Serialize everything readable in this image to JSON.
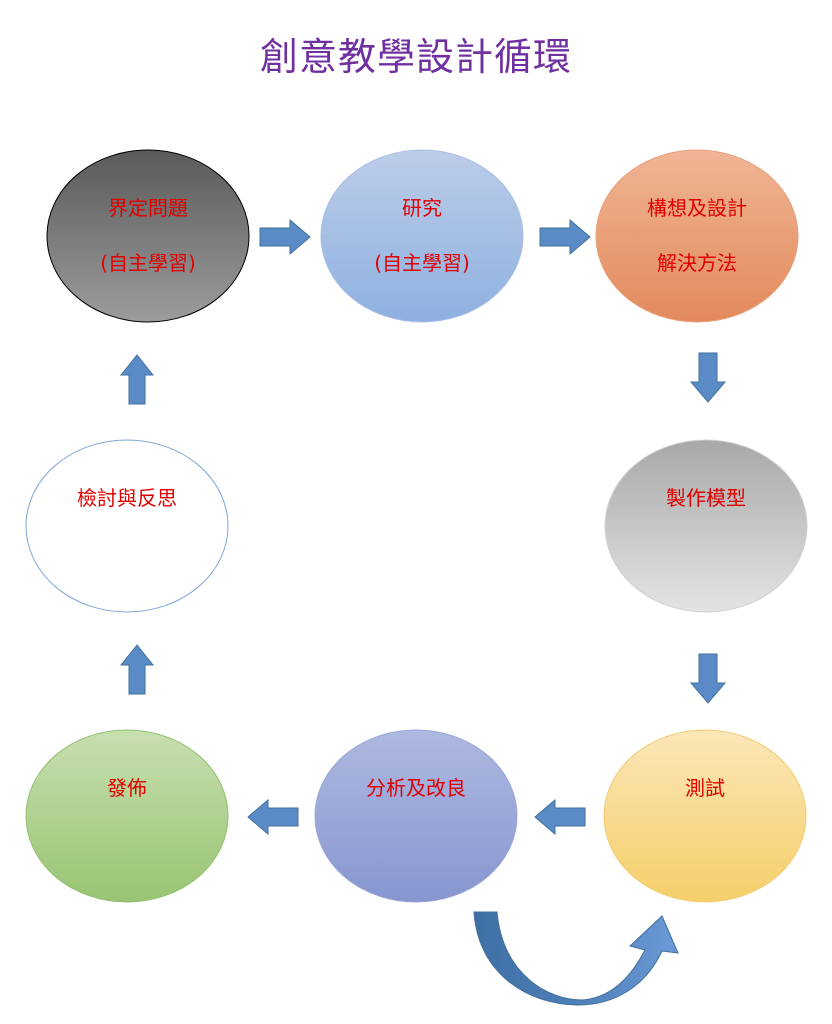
{
  "title": "創意教學設計循環",
  "nodes": [
    {
      "id": "define-problem",
      "lines": [
        "界定問題",
        "(自主學習)"
      ]
    },
    {
      "id": "research",
      "lines": [
        "研究",
        "(自主學習)"
      ]
    },
    {
      "id": "design-solution",
      "lines": [
        "構想及設計",
        "解決方法"
      ]
    },
    {
      "id": "make-model",
      "lines": [
        "製作模型"
      ]
    },
    {
      "id": "test",
      "lines": [
        "測試"
      ]
    },
    {
      "id": "analyze-improve",
      "lines": [
        "分析及改良"
      ]
    },
    {
      "id": "publish",
      "lines": [
        "發佈"
      ]
    },
    {
      "id": "review-reflect",
      "lines": [
        "檢討與反思"
      ]
    }
  ],
  "colors": {
    "title": "#7030a0",
    "node_text": "#e00000",
    "arrow_fill": "#5b8bc7",
    "arrow_stroke": "#41719c",
    "define-problem": "#7f7f7f",
    "research": "#a9c1e6",
    "design-solution": "#eba27a",
    "make-model": "#c4c4c4",
    "test": "#f8d98a",
    "analyze-improve": "#9aa8d8",
    "publish": "#b3d18f",
    "review-reflect": "#ffffff"
  }
}
